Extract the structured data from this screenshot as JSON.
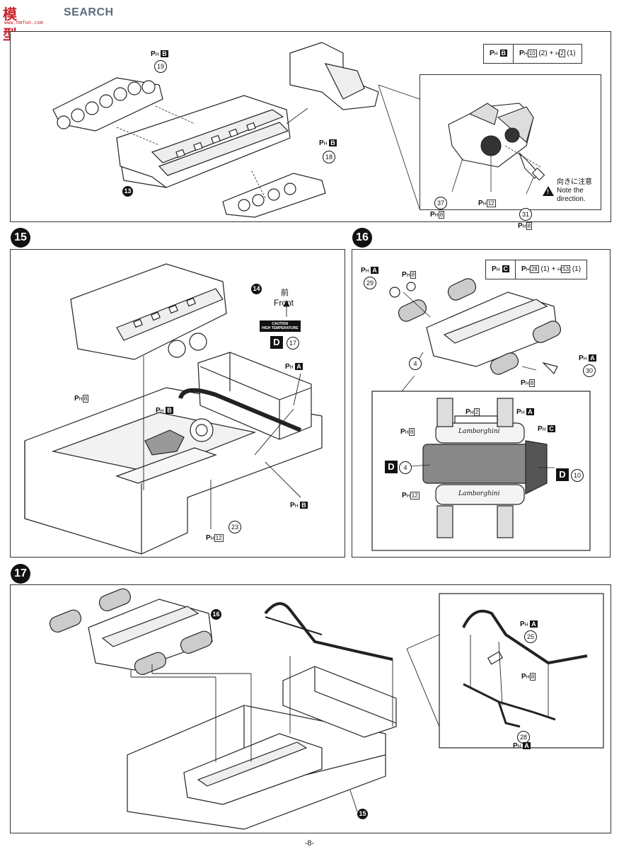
{
  "header": {
    "logo_cn": "模型",
    "logo_text": "SEARCH",
    "logo_sub": "www.hmfun.com"
  },
  "step14": {
    "parts_ph": "P",
    "parts_sub": "H",
    "parts_letter": "B",
    "parts_text": "P H10 (2) + H2 (1)",
    "parts_num1": "10",
    "parts_qty1": "(2)",
    "parts_num2": "2",
    "parts_qty2": "(1)",
    "ph": "PH",
    "ph_b1": "B",
    "part19": "19",
    "ph_b2": "B",
    "part18": "18",
    "part13": "13",
    "part37": "37",
    "part31": "31",
    "ph8a": "8",
    "ph12": "12",
    "ph8b": "8",
    "note_jp": "向きに注意",
    "note_en1": "Note the",
    "note_en2": "direction."
  },
  "step15": {
    "num": "15",
    "part14": "14",
    "front_jp": "前",
    "front_en": "Front",
    "caution1": "CAUTION",
    "caution2": "HIGH TEMPERATURE",
    "d_label": "D",
    "part17": "17",
    "ph_a": "A",
    "ph8": "8",
    "ph_b1": "B",
    "ph_b2": "B",
    "part23": "23",
    "ph12": "12"
  },
  "step16": {
    "num": "16",
    "parts_letter": "C",
    "parts_num1": "28",
    "parts_qty1": "(1)",
    "parts_num2": "53",
    "parts_qty2": "(1)",
    "ph_a1": "A",
    "part29": "29",
    "ph8a": "8",
    "part4": "4",
    "ph_a2": "A",
    "part30": "30",
    "ph8b": "8",
    "ph2": "2",
    "ph_a3": "A",
    "ph8c": "8",
    "ph_c": "C",
    "d_label1": "D",
    "part4b": "4",
    "d_label2": "D",
    "part10": "10",
    "ph12": "12",
    "logo1": "Lamborghini",
    "logo2": "Lamborghini"
  },
  "step17": {
    "num": "17",
    "part16": "16",
    "part15": "15",
    "ph_a1": "A",
    "part25": "25",
    "ph8": "8",
    "part28": "28",
    "ph_a2": "A"
  },
  "footer": {
    "page": "-8-"
  }
}
